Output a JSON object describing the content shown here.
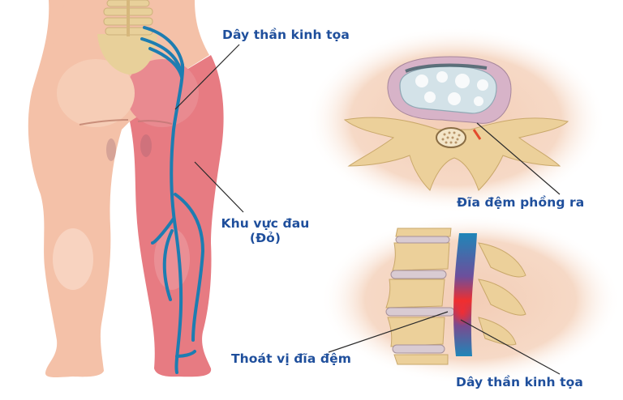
{
  "diagram": {
    "topic": "Sciatica caused by lumbar disc herniation",
    "colors": {
      "label_text": "#1f4f9c",
      "skin": "#f4c3ab",
      "pain_area": "#e7707a",
      "nerve": "#1f7fae",
      "bone": "#eccf93",
      "circle_bg": "#f6d6c2",
      "leader_line": "#2b2b2b"
    },
    "panels": [
      {
        "id": "body-back-view",
        "description": "Rear view of lower body with right leg highlighted red along sciatic nerve"
      },
      {
        "id": "vertebra-cross-section",
        "description": "Axial view of vertebra with bulging disc pressing on nerve"
      },
      {
        "id": "spine-side-view",
        "description": "Lateral view of lumbar spine with herniated disc compressing sciatic nerve"
      }
    ],
    "labels": {
      "sciatic_nerve_top": "Dây thần kinh tọa",
      "pain_area_line1": "Khu vực đau",
      "pain_area_line2": "(Đỏ)",
      "bulging_disc": "Đĩa đệm phồng ra",
      "herniated_disc": "Thoát vị đĩa đệm",
      "sciatic_nerve_bottom": "Dây thần kinh tọa"
    }
  }
}
